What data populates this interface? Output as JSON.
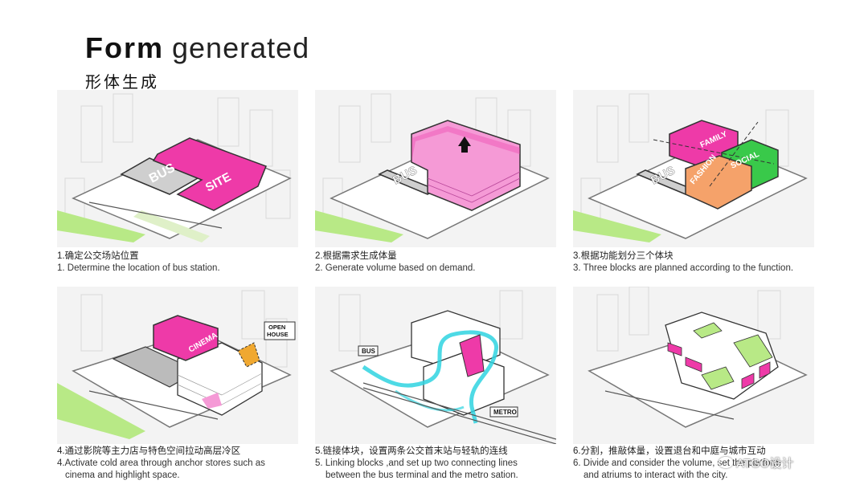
{
  "title": {
    "en_bold": "Form",
    "en_light": "generated",
    "cn": "形体生成"
  },
  "panels": [
    {
      "cn": "1.确定公交场站位置",
      "en": "1. Determine the location of bus station.",
      "labels": [
        "BUS",
        "SITE"
      ]
    },
    {
      "cn": "2.根据需求生成体量",
      "en": "2. Generate volume based on demand.",
      "labels": [
        "BUS"
      ]
    },
    {
      "cn": "3.根据功能划分三个体块",
      "en": "3. Three blocks are planned according to the function.",
      "labels": [
        "BUS",
        "FAMILY",
        "SOCIAL",
        "FASHION"
      ]
    },
    {
      "cn": "4.通过影院等主力店与特色空间拉动高层冷区",
      "en": "4.Activate cold area through anchor stores such as",
      "en2": "cinema and highlight space.",
      "labels": [
        "CINEMA",
        "OPEN",
        "HOUSE"
      ]
    },
    {
      "cn": "5.链接体块，设置两条公交首末站与轻轨的连线",
      "en": "5. Linking blocks ,and set up two connecting lines",
      "en2": "between the bus terminal and the metro sation.",
      "labels": [
        "BUS",
        "METRO"
      ]
    },
    {
      "cn": "6.分割，推敲体量，设置退台和中庭与城市互动",
      "en": "6. Divide and consider the volume, set the platform",
      "en2": "and atriums to interact with the city."
    }
  ],
  "watermark": "ATGO设计",
  "colors": {
    "magenta": "#ee3aa8",
    "pink": "#f59ad6",
    "green": "#39c94a",
    "lightgreen": "#b8e986",
    "orange": "#f5a26a",
    "cyan": "#2fd4e0",
    "gray": "#cfcfcf"
  }
}
